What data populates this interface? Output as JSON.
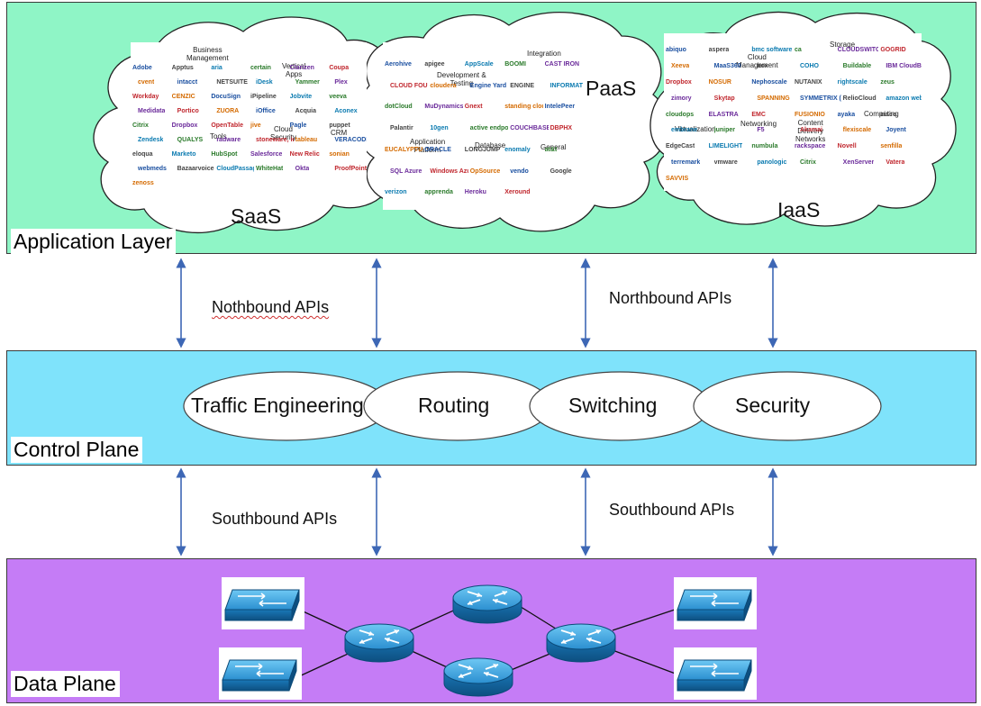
{
  "layers": {
    "application": {
      "title": "Application Layer",
      "color": "#8ff5c6"
    },
    "control": {
      "title": "Control Plane",
      "color": "#7fe3fb"
    },
    "data": {
      "title": "Data Plane",
      "color": "#c57cf6"
    }
  },
  "clouds": {
    "saas": {
      "label": "SaaS",
      "categories": [
        "Business\nManagement",
        "Vertical\nApps",
        "Tools",
        "Cloud\nSecurity",
        "CRM"
      ],
      "logos": [
        "Adobe",
        "Apptus",
        "aria",
        "certain",
        "Clarizen",
        "Coupa",
        "cvent",
        "intacct",
        "NETSUITE",
        "iDesk",
        "Yammer",
        "Plex",
        "Workday",
        "CENZIC",
        "DocuSign",
        "iPipeline",
        "Jobvite",
        "veeva",
        "Medidata",
        "Portico",
        "ZUORA",
        "iOffice",
        "Acquia",
        "Aconex",
        "Citrix",
        "Dropbox",
        "OpenTable",
        "jive",
        "Pagle",
        "puppet",
        "Zendesk",
        "QUALYS",
        "radware",
        "stoneware, inc.",
        "tableau",
        "VERACODE",
        "eloqua",
        "Marketo",
        "HubSpot",
        "Salesforce",
        "New Relic",
        "sonian",
        "webmeds",
        "Bazaarvoice",
        "CloudPassage",
        "WhiteHat",
        "Okta",
        "ProofPoint",
        "zenoss"
      ]
    },
    "paas": {
      "label": "PaaS",
      "categories": [
        "Integration",
        "Development &\nTesting",
        "Application\nPlatform",
        "Database",
        "General"
      ],
      "logos": [
        "Aerohive",
        "apigee",
        "AppScale",
        "BOOMI",
        "CAST IRON",
        "CLOUD FOUNDRY",
        "cloudera",
        "Engine Yard",
        "ENGINE",
        "INFORMATICA",
        "dotCloud",
        "MuDynamics",
        "Gnext",
        "standing cloud",
        "IntelePeer",
        "Palantir",
        "10gen",
        "active endpoints",
        "COUCHBASE",
        "DBPHX",
        "EUCALYPTUS",
        "ORACLE",
        "LONGJUMP",
        "enomaly",
        "at&t",
        "SQL Azure",
        "Windows Azure",
        "OpSource",
        "vendo",
        "Google",
        "verizon",
        "apprenda",
        "Heroku",
        "Xeround"
      ]
    },
    "iaas": {
      "label": "IaaS",
      "categories": [
        "Cloud\nManagement",
        "Storage",
        "Virtualization",
        "Networking",
        "Content\nDelivery\nNetworks",
        "Computing"
      ],
      "logos": [
        "abiquo",
        "aspera",
        "bmc software",
        "ca",
        "CLOUDSWITCH",
        "GOGRID",
        "Xeeva",
        "MaaS360",
        "box",
        "COHO",
        "Buildable",
        "IBM CloudBurst",
        "Dropbox",
        "NOSUR",
        "Nephoscale",
        "NUTANIX",
        "rightscale",
        "zeus",
        "zimory",
        "Skytap",
        "SPANNING",
        "SYMMETRIX (EMC)",
        "RelioCloud",
        "amazon web services",
        "cloudops",
        "ELASTRA",
        "EMC",
        "FUSIONIO",
        "ayaka",
        "cisco",
        "embrane",
        "juniper",
        "F5",
        "Akamai",
        "flexiscale",
        "Joyent",
        "EdgeCast",
        "LIMELIGHT",
        "numbula",
        "rackspace",
        "Novell",
        "senfilla",
        "terremark",
        "vmware",
        "panologic",
        "Citrix",
        "XenServer",
        "Vatera",
        "SAVVIS"
      ]
    }
  },
  "apis": {
    "north_left": "Nothbound APIs",
    "north_right": "Northbound APIs",
    "south_left": "Southbound APIs",
    "south_right": "Southbound APIs"
  },
  "control_functions": [
    "Traffic Engineering",
    "Routing",
    "Switching",
    "Security"
  ],
  "devices": {
    "switches": 4,
    "routers": 4
  }
}
